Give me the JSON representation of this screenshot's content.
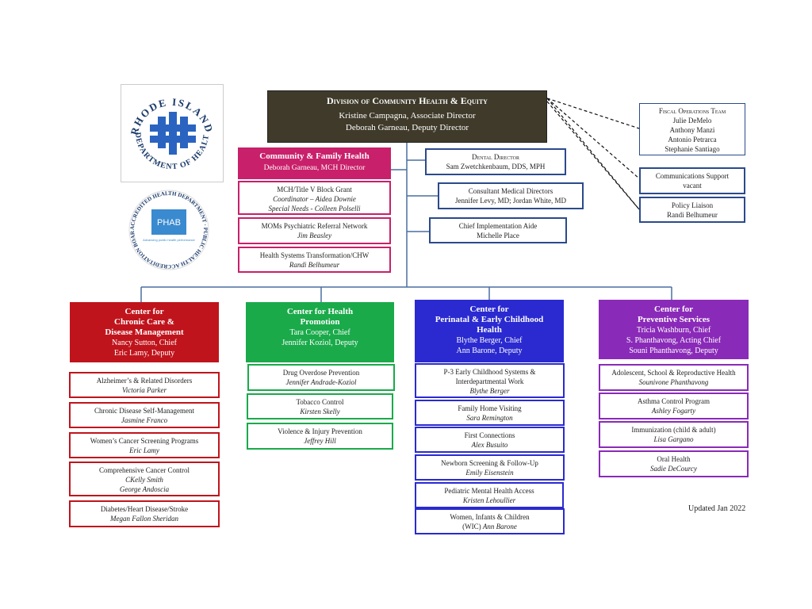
{
  "division": {
    "title": "Division of Community Health & Equity",
    "line1": "Kristine Campagna,  Associate Director",
    "line2": "Deborah Garneau, Deputy Director"
  },
  "logos": {
    "ri_text_top": "RHODE ISLAND",
    "ri_text_left": "DEPARTMENT OF HEALTH",
    "phab_name": "PHAB",
    "phab_tagline": "Advancing public health performance",
    "phab_ring": "ACCREDITED HEALTH DEPARTMENT · PUBLIC HEALTH ACCREDITATION BOARD"
  },
  "fiscal": {
    "title": "Fiscal Operations Team",
    "members": [
      "Julie DeMelo",
      "Anthony Manzi",
      "Antonio Petrarca",
      "Stephanie Santiago"
    ]
  },
  "comm_support": {
    "title": "Communications Support",
    "name": "vacant"
  },
  "policy": {
    "title": "Policy Liaison",
    "name": "Randi Belhumeur"
  },
  "dental": {
    "title": "Dental Director",
    "name": "Sam Zwetchkenbaum, DDS, MPH"
  },
  "consultant": {
    "title": "Consultant Medical Directors",
    "name": "Jennifer Levy, MD; Jordan White, MD"
  },
  "chief_impl": {
    "title": "Chief Implementation Aide",
    "name": "Michelle Place"
  },
  "cfh": {
    "title": "Community & Family Health",
    "sub": "Deborah Garneau, MCH Director"
  },
  "mch": {
    "title": "MCH/Title V Block Grant",
    "line1": "Coordinator – Aidea Downie",
    "line2": "Special Needs - Colleen Polselli"
  },
  "moms": {
    "title": "MOMs Psychiatric Referral Network",
    "name": "Jim Beasley"
  },
  "hst": {
    "title": "Health Systems Transformation/CHW",
    "name": "Randi Belhumeur"
  },
  "centers": [
    {
      "title1": "Center for",
      "title2": "Chronic Care &",
      "title3": "Disease Management",
      "chief": "Nancy Sutton, Chief",
      "deputy": "Eric Lamy, Deputy",
      "color": "#c0141c"
    },
    {
      "title1": "Center for Health",
      "title2": "Promotion",
      "chief": "Tara Cooper, Chief",
      "deputy": "Jennifer Koziol, Deputy",
      "color": "#1aaa4a"
    },
    {
      "title1": "Center for",
      "title2": "Perinatal & Early Childhood",
      "title3": "Health",
      "chief": "Blythe Berger, Chief",
      "deputy": "Ann Barone, Deputy",
      "color": "#2a2ad0"
    },
    {
      "title1": "Center for",
      "title2": "Preventive Services",
      "chief": "Tricia Washburn, Chief",
      "acting": "S. Phanthavong, Acting Chief",
      "deputy": "Souni Phanthavong, Deputy",
      "color": "#8a2ab8"
    }
  ],
  "chronic_programs": [
    {
      "title": "Alzheimer’s & Related Disorders",
      "name": "Victoria Parker"
    },
    {
      "title": "Chronic Disease Self-Management",
      "name": "Jasmine Franco"
    },
    {
      "title": "Women’s Cancer Screening Programs",
      "name": "Eric Lamy"
    },
    {
      "title": "Comprehensive Cancer Control",
      "name": "CKelly Smith",
      "name2": "George Andoscia"
    },
    {
      "title": "Diabetes/Heart Disease/Stroke",
      "name": "Megan Fallon Sheridan"
    }
  ],
  "promotion_programs": [
    {
      "title": "Drug Overdose Prevention",
      "name": "Jennifer Andrade-Koziol"
    },
    {
      "title": "Tobacco Control",
      "name": "Kirsten Skelly"
    },
    {
      "title": "Violence & Injury Prevention",
      "name": "Jeffrey Hill"
    }
  ],
  "perinatal_programs": [
    {
      "title": "P-3 Early Childhood Systems &",
      "title2": "Interdepartmental Work",
      "name": "Blythe Berger"
    },
    {
      "title": "Family Home Visiting",
      "name": "Sara Remington"
    },
    {
      "title": "First Connections",
      "name": "Alex Busuito"
    },
    {
      "title": "Newborn Screening & Follow-Up",
      "name": "Emily Eisenstein"
    },
    {
      "title": "Pediatric Mental Health Access",
      "name": "Kristen Lehoullier"
    },
    {
      "title": "Women, Infants & Children",
      "title2_plain": "(WIC)",
      "name": "Ann Barone"
    }
  ],
  "preventive_programs": [
    {
      "title": "Adolescent, School & Reproductive Health",
      "name": "Sounivone Phanthavong"
    },
    {
      "title": "Asthma Control Program",
      "name": "Ashley Fogarty"
    },
    {
      "title": "Immunization (child & adult)",
      "name": "Lisa Gargano"
    },
    {
      "title": "Oral Health",
      "name": "Sadie DeCourcy"
    }
  ],
  "updated": "Updated Jan 2022"
}
